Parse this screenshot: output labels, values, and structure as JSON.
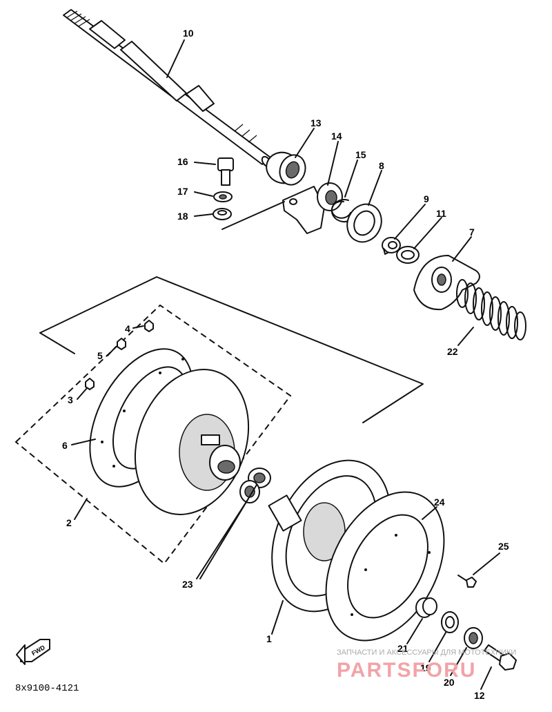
{
  "callouts": [
    {
      "id": "10",
      "text": "10"
    },
    {
      "id": "13",
      "text": "13"
    },
    {
      "id": "14",
      "text": "14"
    },
    {
      "id": "15",
      "text": "15"
    },
    {
      "id": "16",
      "text": "16"
    },
    {
      "id": "17",
      "text": "17"
    },
    {
      "id": "18",
      "text": "18"
    },
    {
      "id": "8",
      "text": "8"
    },
    {
      "id": "9",
      "text": "9"
    },
    {
      "id": "11",
      "text": "11"
    },
    {
      "id": "7",
      "text": "7"
    },
    {
      "id": "22",
      "text": "22"
    },
    {
      "id": "4",
      "text": "4"
    },
    {
      "id": "5",
      "text": "5"
    },
    {
      "id": "3",
      "text": "3"
    },
    {
      "id": "6",
      "text": "6"
    },
    {
      "id": "2",
      "text": "2"
    },
    {
      "id": "23",
      "text": "23"
    },
    {
      "id": "24",
      "text": "24"
    },
    {
      "id": "25",
      "text": "25"
    },
    {
      "id": "1",
      "text": "1"
    },
    {
      "id": "21",
      "text": "21"
    },
    {
      "id": "19",
      "text": "19"
    },
    {
      "id": "20",
      "text": "20"
    },
    {
      "id": "12",
      "text": "12"
    }
  ],
  "fwd_label": "FWD",
  "drawing_code": "8x9100-4121",
  "watermark": {
    "subtitle": "ЗАПЧАСТИ И АКСЕССУАРЫ ДЛЯ МОТОТЕХНИКИ",
    "brand": "PARTSFORU"
  }
}
